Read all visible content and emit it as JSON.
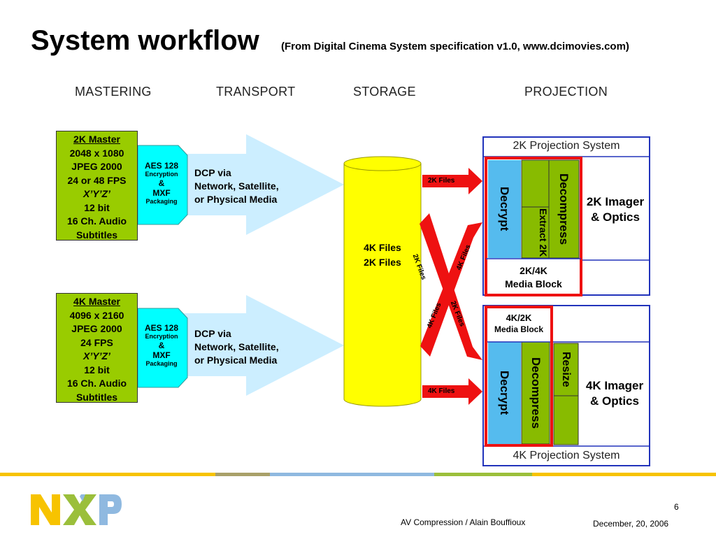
{
  "title": "System workflow",
  "subtitle": "(From Digital Cinema System specification v1.0, www.dcimovies.com)",
  "stages": [
    "MASTERING",
    "TRANSPORT",
    "STORAGE",
    "PROJECTION"
  ],
  "masters": [
    {
      "header": "2K Master",
      "lines": [
        "2048 x 1080",
        "JPEG 2000",
        "24 or 48 FPS",
        "X’Y’Z’",
        "12 bit",
        "16 Ch. Audio",
        "Subtitles"
      ]
    },
    {
      "header": "4K Master",
      "lines": [
        "4096 x 2160",
        "JPEG 2000",
        "24 FPS",
        "X’Y’Z’",
        "12 bit",
        "16 Ch. Audio",
        "Subtitles"
      ]
    }
  ],
  "aes": {
    "line1": "AES 128",
    "line2": "Encryption",
    "line3": "&",
    "line4": "MXF",
    "line5": "Packaging"
  },
  "dcp": [
    "DCP via",
    "Network, Satellite,",
    "or Physical Media"
  ],
  "storage": [
    "4K Files",
    "2K Files"
  ],
  "file_labels": {
    "top": "2K Files",
    "bottom": "4K Files",
    "cross_a": "2K Files",
    "cross_b": "4K Files",
    "cross_c": "4K Files",
    "cross_d": "2K Files"
  },
  "proj2k": {
    "title": "2K Projection System",
    "decrypt": "Decrypt",
    "extract": "Extract 2K",
    "decompress": "Decompress",
    "optics": [
      "2K Imager",
      "& Optics"
    ],
    "media_block": [
      "2K/4K",
      "Media Block"
    ]
  },
  "proj4k": {
    "title": "4K Projection System",
    "media_block": [
      "4K/2K",
      "Media Block"
    ],
    "decrypt": "Decrypt",
    "decompress": "Decompress",
    "resize": "Resize",
    "optics": [
      "4K Imager",
      "& Optics"
    ]
  },
  "footer": {
    "page": "6",
    "center": "AV Compression / Alain Bouffioux",
    "date": "December, 20, 2006",
    "logo_text": "NXP"
  },
  "colors": {
    "master": "#99cc00",
    "aes": "#00ffff",
    "arrow": "#cceeff",
    "storage": "#ffff00",
    "red": "#ee1111",
    "decrypt": "#55bbee",
    "decompress": "#88bb00",
    "frame": "#2233bb"
  }
}
